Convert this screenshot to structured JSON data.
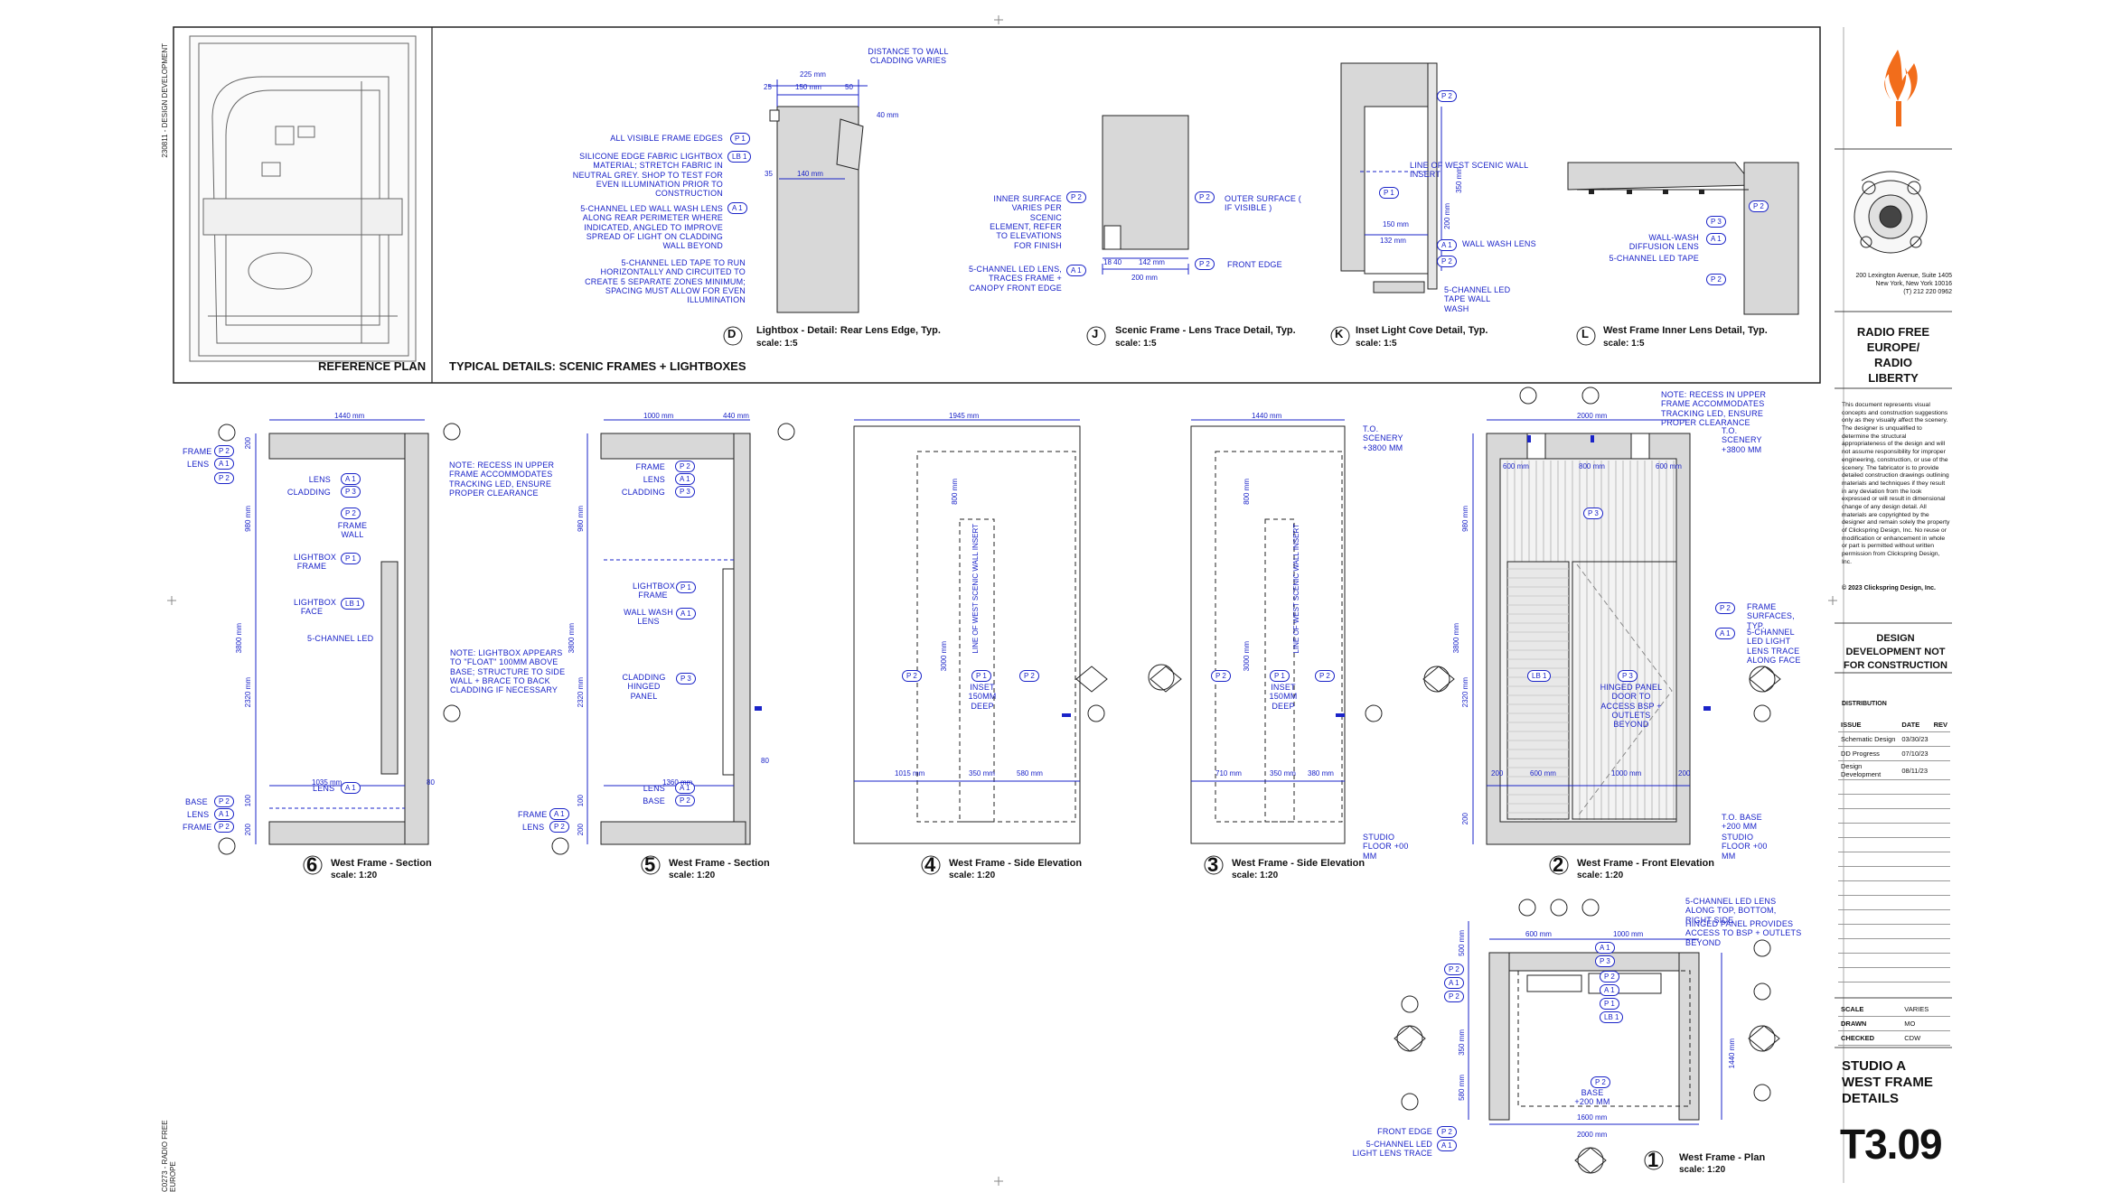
{
  "sheet": {
    "side_label_top": "230811 - DESIGN DEVELOPMENT",
    "side_label_bottom": "C0273 - RADIO FREE EUROPE",
    "sheet_number": "T3.09",
    "sheet_title": "STUDIO A WEST FRAME DETAILS",
    "status": "DESIGN DEVELOPMENT NOT FOR CONSTRUCTION"
  },
  "title_block": {
    "address": "200 Lexington Avenue, Suite 1405\nNew York, New York 10016\n(T) 212 220 0962",
    "client": "RADIO FREE EUROPE/ RADIO LIBERTY",
    "disclaimer": "This document represents visual concepts and construction suggestions only as they visually affect the scenery. The designer is unqualified to determine the structural appropriateness of the design and will not assume responsibility for improper engineering, construction, or use of the scenery. The fabricator is to provide detailed construction drawings outlining materials and techniques if they result in any deviation from the look expressed or will result in dimensional change of any design detail. All materials are copyrighted by the designer and remain solely the property of Clickspring Design, Inc. No reuse or modification or enhancement in whole or part is permitted without written permission from Clickspring Design, Inc.",
    "copyright": "© 2023 Clickspring Design, Inc.",
    "distribution": "DISTRIBUTION",
    "issue_headers": [
      "ISSUE",
      "DATE",
      "REV"
    ],
    "issues": [
      [
        "Schematic Design",
        "03/30/23"
      ],
      [
        "DD Progress",
        "07/10/23"
      ],
      [
        "Design Development",
        "08/11/23"
      ]
    ],
    "scale_label": "SCALE",
    "scale_value": "VARIES",
    "drawn_label": "DRAWN",
    "drawn_value": "MO",
    "checked_label": "CHECKED",
    "checked_value": "CDW"
  },
  "headers": {
    "reference_plan": "REFERENCE PLAN",
    "typical_details": "TYPICAL DETAILS: SCENIC FRAMES + LIGHTBOXES"
  },
  "details": {
    "D": {
      "letter": "D",
      "title": "Lightbox - Detail: Rear Lens Edge, Typ.",
      "scale": "scale:  1:5"
    },
    "J": {
      "letter": "J",
      "title": "Scenic Frame - Lens Trace Detail, Typ.",
      "scale": "scale:  1:5"
    },
    "K": {
      "letter": "K",
      "title": "Inset Light Cove Detail, Typ.",
      "scale": "scale:  1:5"
    },
    "L": {
      "letter": "L",
      "title": "West Frame Inner Lens Detail, Typ.",
      "scale": "scale:  1:5"
    }
  },
  "views": {
    "v6": {
      "num": "6",
      "title": "West Frame - Section",
      "scale": "scale:  1:20"
    },
    "v5": {
      "num": "5",
      "title": "West Frame - Section",
      "scale": "scale:  1:20"
    },
    "v4": {
      "num": "4",
      "title": "West Frame - Side Elevation",
      "scale": "scale:  1:20"
    },
    "v3": {
      "num": "3",
      "title": "West Frame - Side Elevation",
      "scale": "scale:  1:20"
    },
    "v2": {
      "num": "2",
      "title": "West Frame - Front Elevation",
      "scale": "scale:  1:20"
    },
    "v1": {
      "num": "1",
      "title": "West Frame - Plan",
      "scale": "scale:  1:20"
    }
  },
  "notes": {
    "d_distance": "DISTANCE TO WALL CLADDING VARIES",
    "d_edges": "ALL VISIBLE FRAME EDGES",
    "d_fabric": "SILICONE EDGE FABRIC LIGHTBOX MATERIAL; STRETCH FABRIC IN NEUTRAL GREY. SHOP TO TEST FOR EVEN ILLUMINATION PRIOR TO CONSTRUCTION",
    "d_washlens": "5-CHANNEL LED WALL WASH LENS ALONG REAR PERIMETER WHERE INDICATED, ANGLED TO IMPROVE SPREAD OF LIGHT ON CLADDING WALL BEYOND",
    "d_tape": "5-CHANNEL LED TAPE TO RUN HORIZONTALLY AND CIRCUITED TO CREATE 5 SEPARATE ZONES MINIMUM; SPACING MUST ALLOW FOR EVEN ILLUMINATION",
    "j_inner": "INNER SURFACE VARIES PER SCENIC ELEMENT, REFER TO ELEVATIONS FOR FINISH",
    "j_outer": "OUTER SURFACE ( IF VISIBLE )",
    "j_lens": "5-CHANNEL LED LENS, TRACES FRAME + CANOPY FRONT EDGE",
    "j_front": "FRONT EDGE",
    "k_line": "LINE OF WEST SCENIC WALL INSERT",
    "k_wash": "WALL WASH LENS",
    "k_tape": "5-CHANNEL LED TAPE WALL WASH",
    "l_diff": "WALL-WASH DIFFUSION LENS",
    "l_tape": "5-CHANNEL LED TAPE",
    "v6_note": "NOTE: LIGHTBOX APPEARS TO \"FLOAT\" 100mm ABOVE BASE; STRUCTURE TO SIDE WALL + BRACE TO BACK CLADDING IF NECESSARY",
    "v5_note": "NOTE: RECESS IN UPPER FRAME ACCOMMODATES TRACKING LED, ENSURE PROPER CLEARANCE",
    "v2_note": "NOTE: RECESS IN UPPER FRAME ACCOMMODATES TRACKING LED, ENSURE PROPER CLEARANCE",
    "v2_surfaces": "FRAME SURFACES, TYP.",
    "v2_lens": "5-CHANNEL LED LIGHT LENS TRACE ALONG FACE",
    "v2_door": "HINGED PANEL DOOR TO ACCESS BSP + OUTLETS BEYOND",
    "line_insert": "LINE OF WEST SCENIC WALL INSERT",
    "inset": "INSET 150mm DEEP",
    "to_scenery": "T.O. SCENERY +3800 mm",
    "studio_floor": "STUDIO FLOOR +00 mm",
    "to_base": "T.O. BASE +200 mm",
    "v1_lens": "5-CHANNEL LED LENS ALONG TOP, BOTTOM, RIGHT SIDE",
    "v1_hinged": "HINGED PANEL PROVIDES ACCESS TO BSP + OUTLETS BEYOND",
    "v1_front": "FRONT EDGE",
    "v1_trace": "5-CHANNEL LED LIGHT LENS TRACE",
    "v1_base": "BASE +200 mm"
  },
  "labels": {
    "frame": "FRAME",
    "lens": "LENS",
    "base": "BASE",
    "cladding": "CLADDING",
    "frame_wall": "FRAME WALL",
    "lightbox_frame": "LIGHTBOX FRAME",
    "lightbox_face": "LIGHTBOX FACE",
    "led": "5-CHANNEL LED",
    "wall_wash_lens": "WALL WASH LENS",
    "cladding_hinged": "CLADDING HINGED PANEL"
  },
  "tags": {
    "p1": "P 1",
    "p2": "P 2",
    "p3": "P 3",
    "a1": "A 1",
    "lb1": "LB 1"
  },
  "dims": {
    "d225": "225 mm",
    "d25": "25",
    "d150": "150 mm",
    "d50": "50",
    "d140": "140 mm",
    "d40": "40 mm",
    "d35": "35",
    "j1840": "18 40",
    "j142": "142 mm",
    "j200": "200 mm",
    "k150": "150 mm",
    "k132": "132 mm",
    "k200": "200 mm",
    "k350": "350 mm",
    "w1440": "1440 mm",
    "w1035": "1035 mm",
    "w980": "980 mm",
    "w3800": "3800 mm",
    "w2320": "2320 mm",
    "w100": "100",
    "w200": "200",
    "w80": "80",
    "w1000": "1000 mm",
    "w440": "440 mm",
    "w1360": "1360 mm",
    "w1945": "1945 mm",
    "w800": "800 mm",
    "w1015": "1015 mm",
    "w350": "350 mm",
    "w580": "580 mm",
    "w3000": "3000 mm",
    "w710": "710 mm",
    "w380": "380 mm",
    "w2000": "2000 mm",
    "w600": "600 mm",
    "w1600": "1600 mm",
    "w500": "500 mm"
  }
}
